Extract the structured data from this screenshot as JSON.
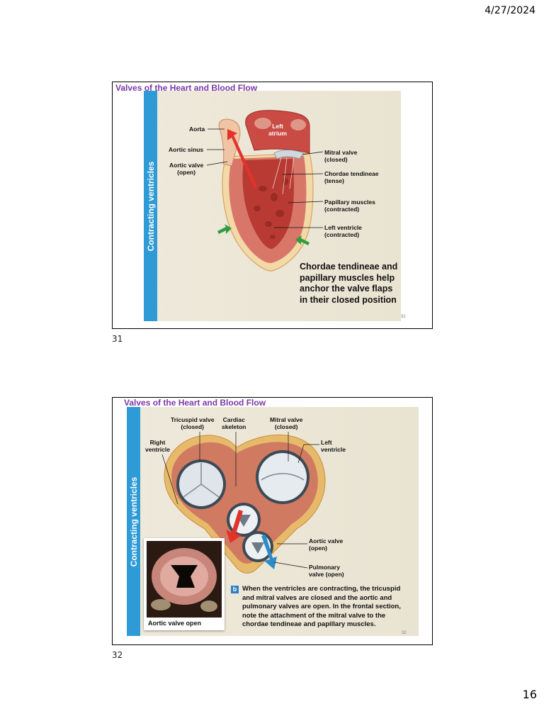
{
  "header": {
    "date": "4/27/2024"
  },
  "footer": {
    "page_number": "16"
  },
  "slides": [
    {
      "title": "Valves of the Heart and Blood Flow",
      "side_label": "Contracting ventricles",
      "labels": {
        "aorta": "Aorta",
        "left_atrium_1": "Left",
        "left_atrium_2": "atrium",
        "aortic_sinus": "Aortic sinus",
        "aortic_valve_1": "Aortic valve",
        "aortic_valve_2": "(open)",
        "mitral_1": "Mitral valve",
        "mitral_2": "(closed)",
        "chordae_1": "Chordae tendineae",
        "chordae_2": "(tense)",
        "papillary_1": "Papillary muscles",
        "papillary_2": "(contracted)",
        "lv_1": "Left ventricle",
        "lv_2": "(contracted)"
      },
      "caption_lines": [
        "Chordae tendineae and",
        "papillary muscles help",
        "anchor the valve flaps",
        "in their closed position"
      ],
      "inner_number": "31",
      "slide_number": "31"
    },
    {
      "title": "Valves of the Heart and Blood Flow",
      "side_label": "Contracting ventricles",
      "labels": {
        "tricuspid_1": "Tricuspid valve",
        "tricuspid_2": "(closed)",
        "skeleton_1": "Cardiac",
        "skeleton_2": "skeleton",
        "mitral_1": "Mitral valve",
        "mitral_2": "(closed)",
        "rv_1": "Right",
        "rv_2": "ventricle",
        "lv_1": "Left",
        "lv_2": "ventricle",
        "aortic_1": "Aortic valve",
        "aortic_2": "(open)",
        "pulm_1": "Pulmonary",
        "pulm_2": "valve (open)"
      },
      "photo_caption": "Aortic valve open",
      "caption_badge": "b",
      "caption_lines": [
        "When the ventricles are contracting, the tricuspid",
        "and mitral valves are closed and the aortic and",
        "pulmonary valves are open. In the frontal section,",
        "note the attachment of the mitral valve to the",
        "chordae tendineae and papillary muscles."
      ],
      "inner_number": "32",
      "slide_number": "32"
    }
  ]
}
